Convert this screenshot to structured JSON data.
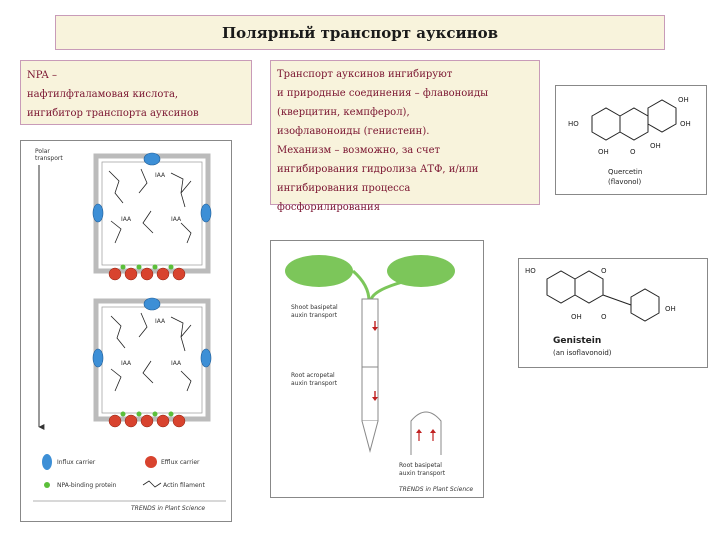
{
  "title": "Полярный транспорт ауксинов",
  "npa_box": {
    "lines": [
      "NPA –",
      "нафтилфталамовая кислота,",
      "ингибитор транспорта ауксинов"
    ]
  },
  "inhibition_box": {
    "lines": [
      "Транспорт ауксинов ингибируют",
      "и природные соединения – флавоноиды",
      "(кверцитин, кемпферол),",
      "изофлавоноиды (генистеин).",
      "Механизм – возможно, за счет",
      "ингибирования гидролиза АТФ, и/или",
      "ингибирования процесса",
      "фосфорилирования"
    ]
  },
  "polar_figure": {
    "axis_label": [
      "Polar",
      "transport"
    ],
    "cell_labels": [
      "IAA",
      "IAA",
      "IAA",
      "IAA",
      "IAA",
      "IAA"
    ],
    "legend": {
      "influx": "Influx carrier",
      "efflux": "Efflux carrier",
      "npa": "NPA-binding protein",
      "actin": "Actin filament"
    },
    "credit": "TRENDS in Plant Science",
    "colors": {
      "influx": "#3d8fd6",
      "efflux": "#d8432e",
      "npa": "#5bbf3a",
      "actin": "#1a1a1a"
    }
  },
  "seedling_figure": {
    "shoot_label": [
      "Shoot basipetal",
      "auxin transport"
    ],
    "root_acro_label": [
      "Root acropetal",
      "auxin transport"
    ],
    "root_basi_label": [
      "Root basipetal",
      "auxin transport"
    ],
    "credit": "TRENDS in Plant Science",
    "colors": {
      "leaf": "#7cc65a",
      "arrow": "#c02020"
    }
  },
  "quercetin": {
    "name": "Quercetin",
    "class": "(flavonol)",
    "groups": [
      "HO",
      "OH",
      "OH",
      "OH",
      "OH",
      "O"
    ]
  },
  "genistein": {
    "name": "Genistein",
    "class": "(an isoflavonoid)",
    "groups": [
      "HO",
      "O",
      "OH",
      "O",
      "OH"
    ]
  }
}
